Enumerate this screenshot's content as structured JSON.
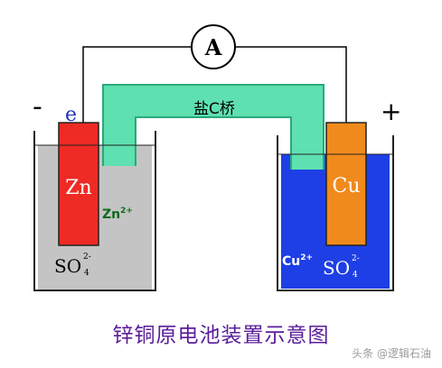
{
  "diagram": {
    "ammeter_label": "A",
    "minus_sign": "-",
    "plus_sign": "+",
    "electron_label": "e",
    "salt_bridge_label": "盐C桥",
    "zinc_electrode": "Zn",
    "zinc_ion": "Zn",
    "zinc_ion_charge": "2+",
    "copper_electrode": "Cu",
    "copper_ion": "Cu",
    "copper_ion_charge": "2+",
    "sulfate_left": "SO",
    "sulfate_left_sub": "4",
    "sulfate_left_charge": "2-",
    "sulfate_right": "SO",
    "sulfate_right_sub": "4",
    "sulfate_right_charge": "2-"
  },
  "caption": "锌铜原电池装置示意图",
  "watermark": "头条 @逻辑石油",
  "colors": {
    "zinc": "#ee2a24",
    "copper": "#f08a1c",
    "salt_bridge": "#5ee0b0",
    "left_solution": "#c4c4c4",
    "right_solution": "#1e3fe6",
    "caption": "#5a1d9a"
  }
}
